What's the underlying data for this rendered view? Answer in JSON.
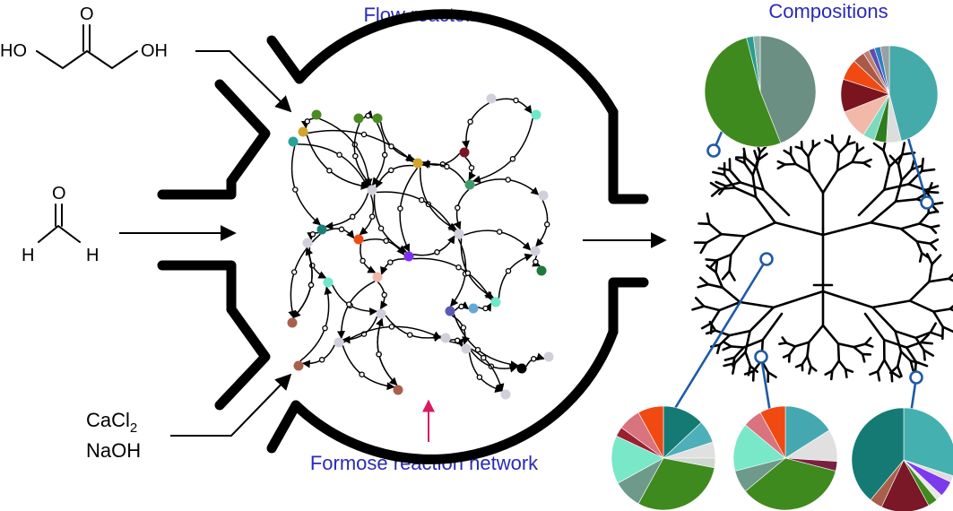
{
  "labels": {
    "flow_reactor": "Flow reactor",
    "compositions": "Compositions",
    "network": "Formose reaction network"
  },
  "reagents": {
    "dha_left_oh": "HO",
    "dha_right_oh": "OH",
    "dha_carbonyl_o": "O",
    "formaldehyde_o": "O",
    "formaldehyde_h_left": "H",
    "formaldehyde_h_right": "H",
    "cacl2_main": "CaCl",
    "cacl2_sub": "2",
    "naoh": "NaOH"
  },
  "colors": {
    "label_blue": "#2a2ab8",
    "link_blue": "#1f5aa6",
    "marker_red": "#d81b60"
  },
  "compositions": [
    {
      "id": "top-left",
      "slices": [
        [
          "#6b8f82",
          0.44
        ],
        [
          "#3f8a1f",
          0.52
        ],
        [
          "#2a9d8f",
          0.02
        ],
        [
          "#8fb3a8",
          0.02
        ]
      ]
    },
    {
      "id": "top-right",
      "slices": [
        [
          "#44aaaa",
          0.46
        ],
        [
          "#dddddd",
          0.05
        ],
        [
          "#2e7d1f",
          0.04
        ],
        [
          "#7dd8c0",
          0.04
        ],
        [
          "#f2b8a8",
          0.1
        ],
        [
          "#7a1520",
          0.11
        ],
        [
          "#f04a12",
          0.07
        ],
        [
          "#a85a48",
          0.04
        ],
        [
          "#c08070",
          0.02
        ],
        [
          "#5a4fb0",
          0.02
        ],
        [
          "#2f7fbf",
          0.02
        ],
        [
          "#9aa0a0",
          0.03
        ]
      ]
    },
    {
      "id": "bottom-left",
      "slices": [
        [
          "#157a73",
          0.13
        ],
        [
          "#4db0b8",
          0.07
        ],
        [
          "#e0e0e0",
          0.05
        ],
        [
          "#cfd8cf",
          0.03
        ],
        [
          "#3f8a1f",
          0.3
        ],
        [
          "#6d9a8a",
          0.09
        ],
        [
          "#78e8c8",
          0.15
        ],
        [
          "#9a2030",
          0.03
        ],
        [
          "#d9737d",
          0.07
        ],
        [
          "#f04a12",
          0.08
        ]
      ]
    },
    {
      "id": "bottom-middle",
      "slices": [
        [
          "#45a8b0",
          0.16
        ],
        [
          "#e0e0e0",
          0.1
        ],
        [
          "#7a2040",
          0.03
        ],
        [
          "#3f8a1f",
          0.35
        ],
        [
          "#6d9a8a",
          0.07
        ],
        [
          "#78e8c8",
          0.15
        ],
        [
          "#d9737d",
          0.06
        ],
        [
          "#f04a12",
          0.08
        ]
      ]
    },
    {
      "id": "bottom-right",
      "slices": [
        [
          "#45b0b0",
          0.3
        ],
        [
          "#dddddd",
          0.02
        ],
        [
          "#7c3aed",
          0.05
        ],
        [
          "#e8e8e8",
          0.02
        ],
        [
          "#3f8a1f",
          0.03
        ],
        [
          "#7a1828",
          0.15
        ],
        [
          "#a8604a",
          0.04
        ],
        [
          "#157a73",
          0.39
        ]
      ]
    }
  ],
  "network_nodes": [
    [
      "#4b8b22",
      353,
      128
    ],
    [
      "#4b8b22",
      400,
      132
    ],
    [
      "#4b8b22",
      421,
      132
    ],
    [
      "#d4a52a",
      338,
      147
    ],
    [
      "#2aa198",
      327,
      158
    ],
    [
      "#d4a52a",
      466,
      182
    ],
    [
      "#7a1520",
      518,
      170
    ],
    [
      "#d0d0dc",
      548,
      110
    ],
    [
      "#6de8c8",
      598,
      128
    ],
    [
      "#3f9a6a",
      524,
      206
    ],
    [
      "#d0d0dc",
      415,
      212
    ],
    [
      "#d0d0dc",
      606,
      218
    ],
    [
      "#1a7f7a",
      359,
      256
    ],
    [
      "#d0d0dc",
      343,
      271
    ],
    [
      "#f04a12",
      400,
      267
    ],
    [
      "#7b2ff7",
      456,
      286
    ],
    [
      "#d0d0dc",
      512,
      261
    ],
    [
      "#d0d0dc",
      597,
      280
    ],
    [
      "#1f7a3a",
      604,
      302
    ],
    [
      "#f2b8a8",
      421,
      309
    ],
    [
      "#6de8c8",
      366,
      315
    ],
    [
      "#d0d0dc",
      425,
      350
    ],
    [
      "#5a5ab8",
      502,
      347
    ],
    [
      "#63a8d8",
      528,
      344
    ],
    [
      "#6de8c8",
      553,
      337
    ],
    [
      "#a8604a",
      326,
      360
    ],
    [
      "#d0d0dc",
      378,
      382
    ],
    [
      "#d0d0dc",
      497,
      377
    ],
    [
      "#d0d0dc",
      520,
      389
    ],
    [
      "#000000",
      582,
      411
    ],
    [
      "#d0d0dc",
      612,
      398
    ],
    [
      "#a8604a",
      333,
      408
    ],
    [
      "#a8604a",
      444,
      435
    ],
    [
      "#d0d0dc",
      564,
      440
    ]
  ]
}
